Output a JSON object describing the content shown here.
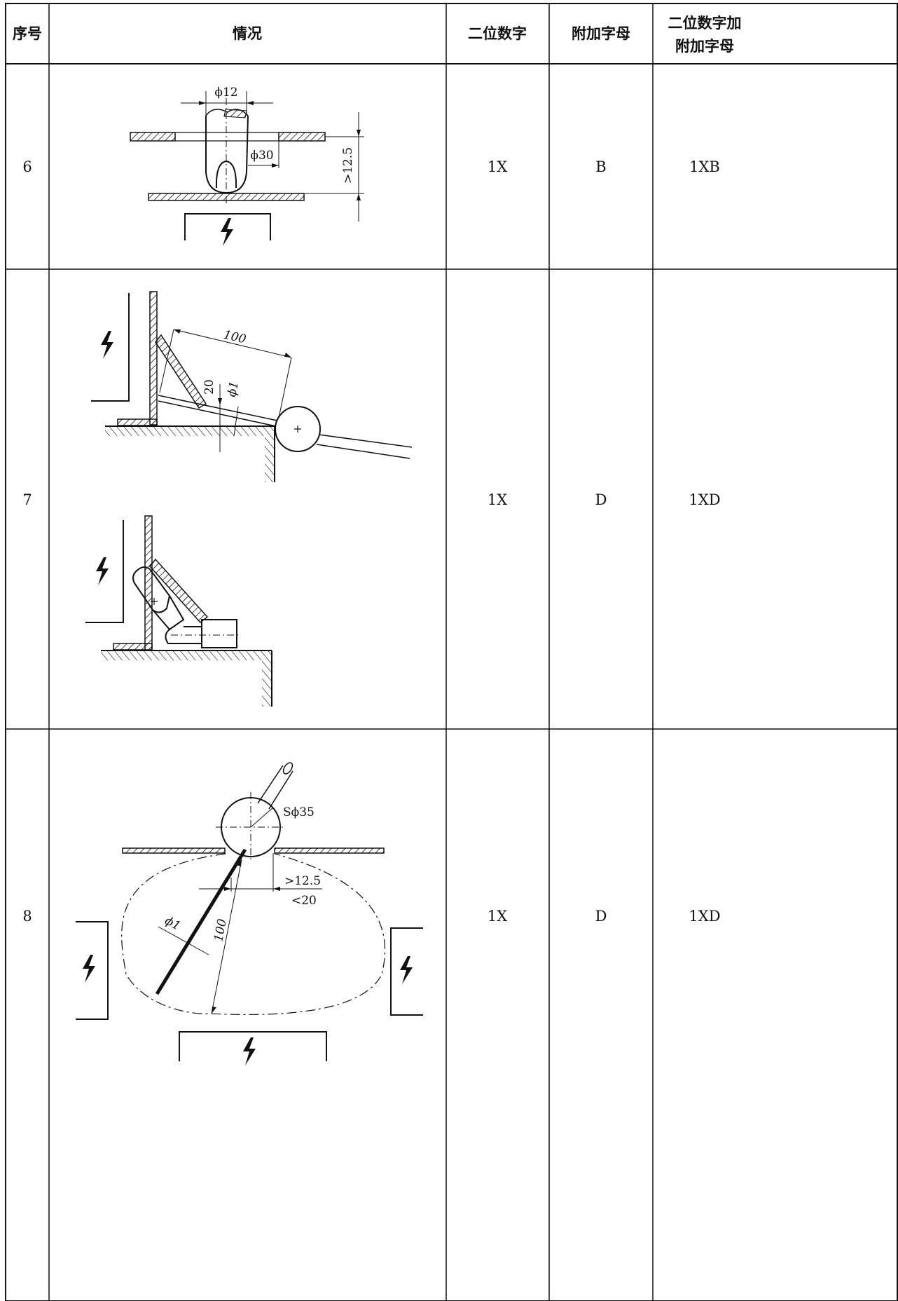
{
  "table": {
    "headers": {
      "index": "序号",
      "situation": "情况",
      "first_digit_line1": "二位数字",
      "additional_letter": "附加字母",
      "combined_line1": "二位数字加",
      "combined_line2": "附加字母"
    },
    "rows": [
      {
        "index": "6",
        "digit": "1X",
        "letter": "B",
        "combined": "1XB",
        "labels": {
          "d12": "ϕ12",
          "d30": "ϕ30",
          "depth": ">12.5"
        }
      },
      {
        "index": "7",
        "digit": "1X",
        "letter": "D",
        "combined": "1XD",
        "labels": {
          "len": "100",
          "gap": "20",
          "phi": "ϕ1"
        }
      },
      {
        "index": "8",
        "digit": "1X",
        "letter": "D",
        "combined": "1XD",
        "labels": {
          "sphere": "Sϕ35",
          "gt": ">12.5",
          "lt": "<20",
          "phi": "ϕ1",
          "len": "100"
        }
      }
    ]
  },
  "icons": [
    "lightning-icon"
  ]
}
